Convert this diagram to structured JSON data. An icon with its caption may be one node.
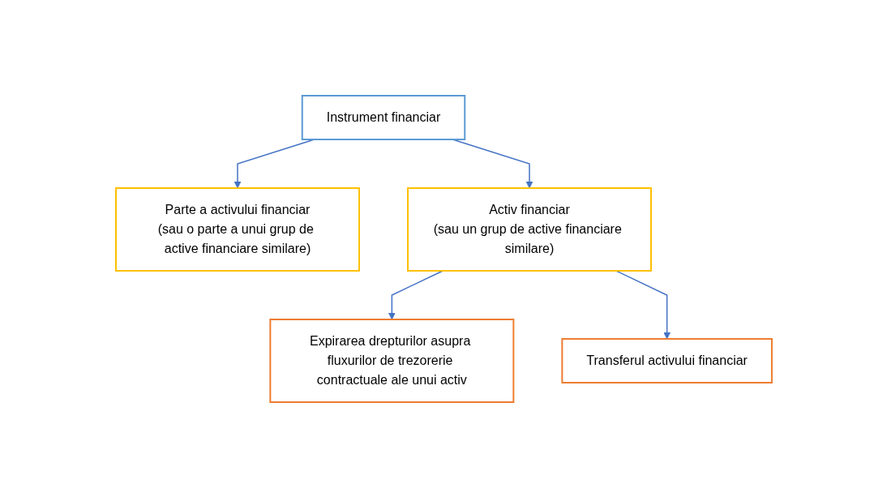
{
  "diagram": {
    "nodes": [
      {
        "text": [
          "Instrument financiar"
        ]
      },
      {
        "text": [
          "Parte a activului financiar",
          "(sau o parte a unui grup de active financiare similare)"
        ]
      },
      {
        "text": [
          "Activ financiar",
          "(sau un grup de active financiare similare)"
        ]
      },
      {
        "text": [
          "Expirarea drepturilor asupra fluxurilor de trezorerie contractuale ale unui activ"
        ]
      },
      {
        "text": [
          "Transferul activului financiar"
        ]
      }
    ],
    "edges": [
      {
        "from": 0,
        "to": 1,
        "arrow": "to"
      },
      {
        "from": 0,
        "to": 2,
        "arrow": "to"
      },
      {
        "from": 2,
        "to": 3,
        "arrow": "to"
      },
      {
        "from": 2,
        "to": 4,
        "arrow": "to"
      }
    ]
  }
}
